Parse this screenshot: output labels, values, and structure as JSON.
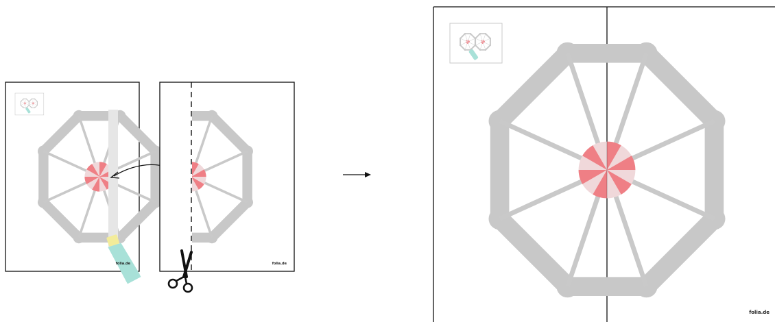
{
  "diagram": {
    "steps": [
      {
        "id": "step-left-sheet",
        "brand": "folia.de"
      },
      {
        "id": "step-right-sheet",
        "brand": "folia.de"
      }
    ],
    "result": {
      "brand": "folia.de"
    },
    "arrow": "→",
    "colors": {
      "frame": "#c8c8c8",
      "spoke": "#c9c9c9",
      "hub_light": "#f0d8da",
      "hub_red": "#ef7f85",
      "glue_tube": "#a8e1d8",
      "glue_cap": "#f3ec9a",
      "glue_strip": "#e6e6e6",
      "outline": "#111111"
    }
  }
}
